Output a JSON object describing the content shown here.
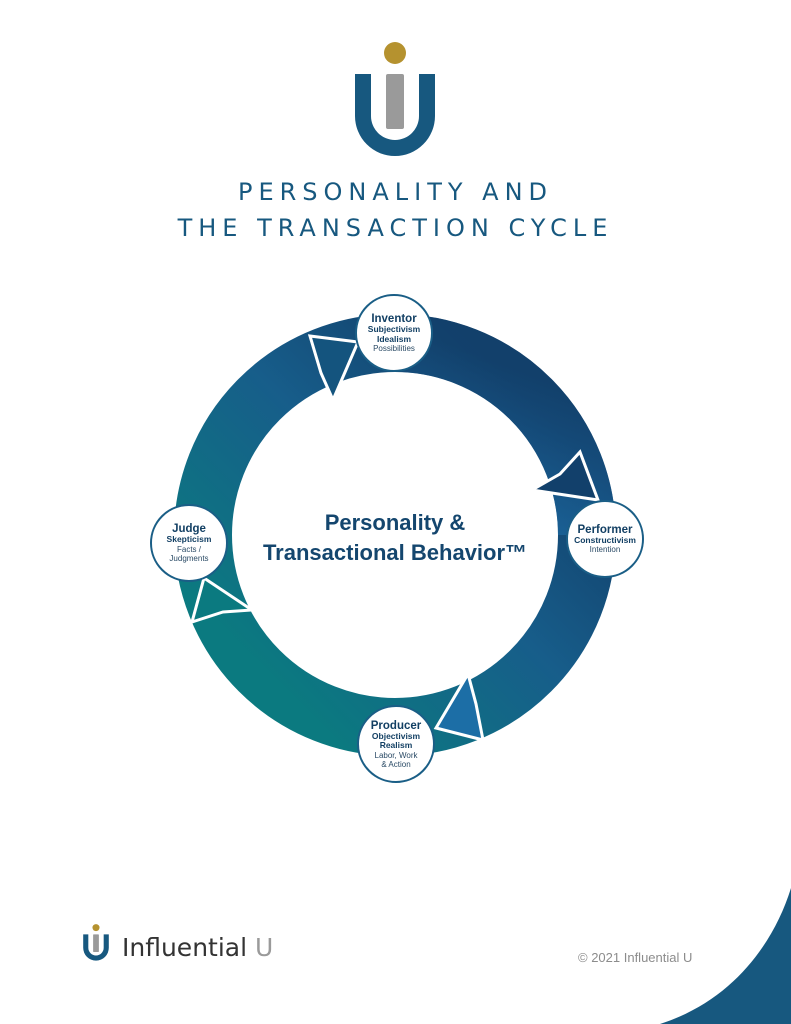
{
  "colors": {
    "brand_navy": "#17587f",
    "gold": "#b5922f",
    "gray": "#9a9a9a",
    "ring_dark": "#12456e",
    "ring_teal": "#0b7a80",
    "ring_blue": "#1f74b0"
  },
  "header": {
    "logo_icon": "influential-u-logo",
    "title_line1": "PERSONALITY AND",
    "title_line2": "THE TRANSACTION CYCLE"
  },
  "diagram": {
    "center_line1": "Personality &",
    "center_line2": "Transactional Behavior™",
    "nodes": {
      "inventor": {
        "name": "Inventor",
        "line1": "Subjectivism",
        "line2": "Idealism",
        "line3": "Possibilities"
      },
      "performer": {
        "name": "Performer",
        "line1": "Constructivism",
        "line2": "Intention"
      },
      "producer": {
        "name": "Producer",
        "line1": "Objectivism",
        "line2": "Realism",
        "line3": "Labor, Work",
        "line4": "& Action"
      },
      "judge": {
        "name": "Judge",
        "line1": "Skepticism",
        "line2": "Facts /",
        "line3": "Judgments"
      }
    }
  },
  "footer": {
    "brand_first": "Influential",
    "brand_second": "U",
    "copyright": "© 2021 Influential U"
  }
}
